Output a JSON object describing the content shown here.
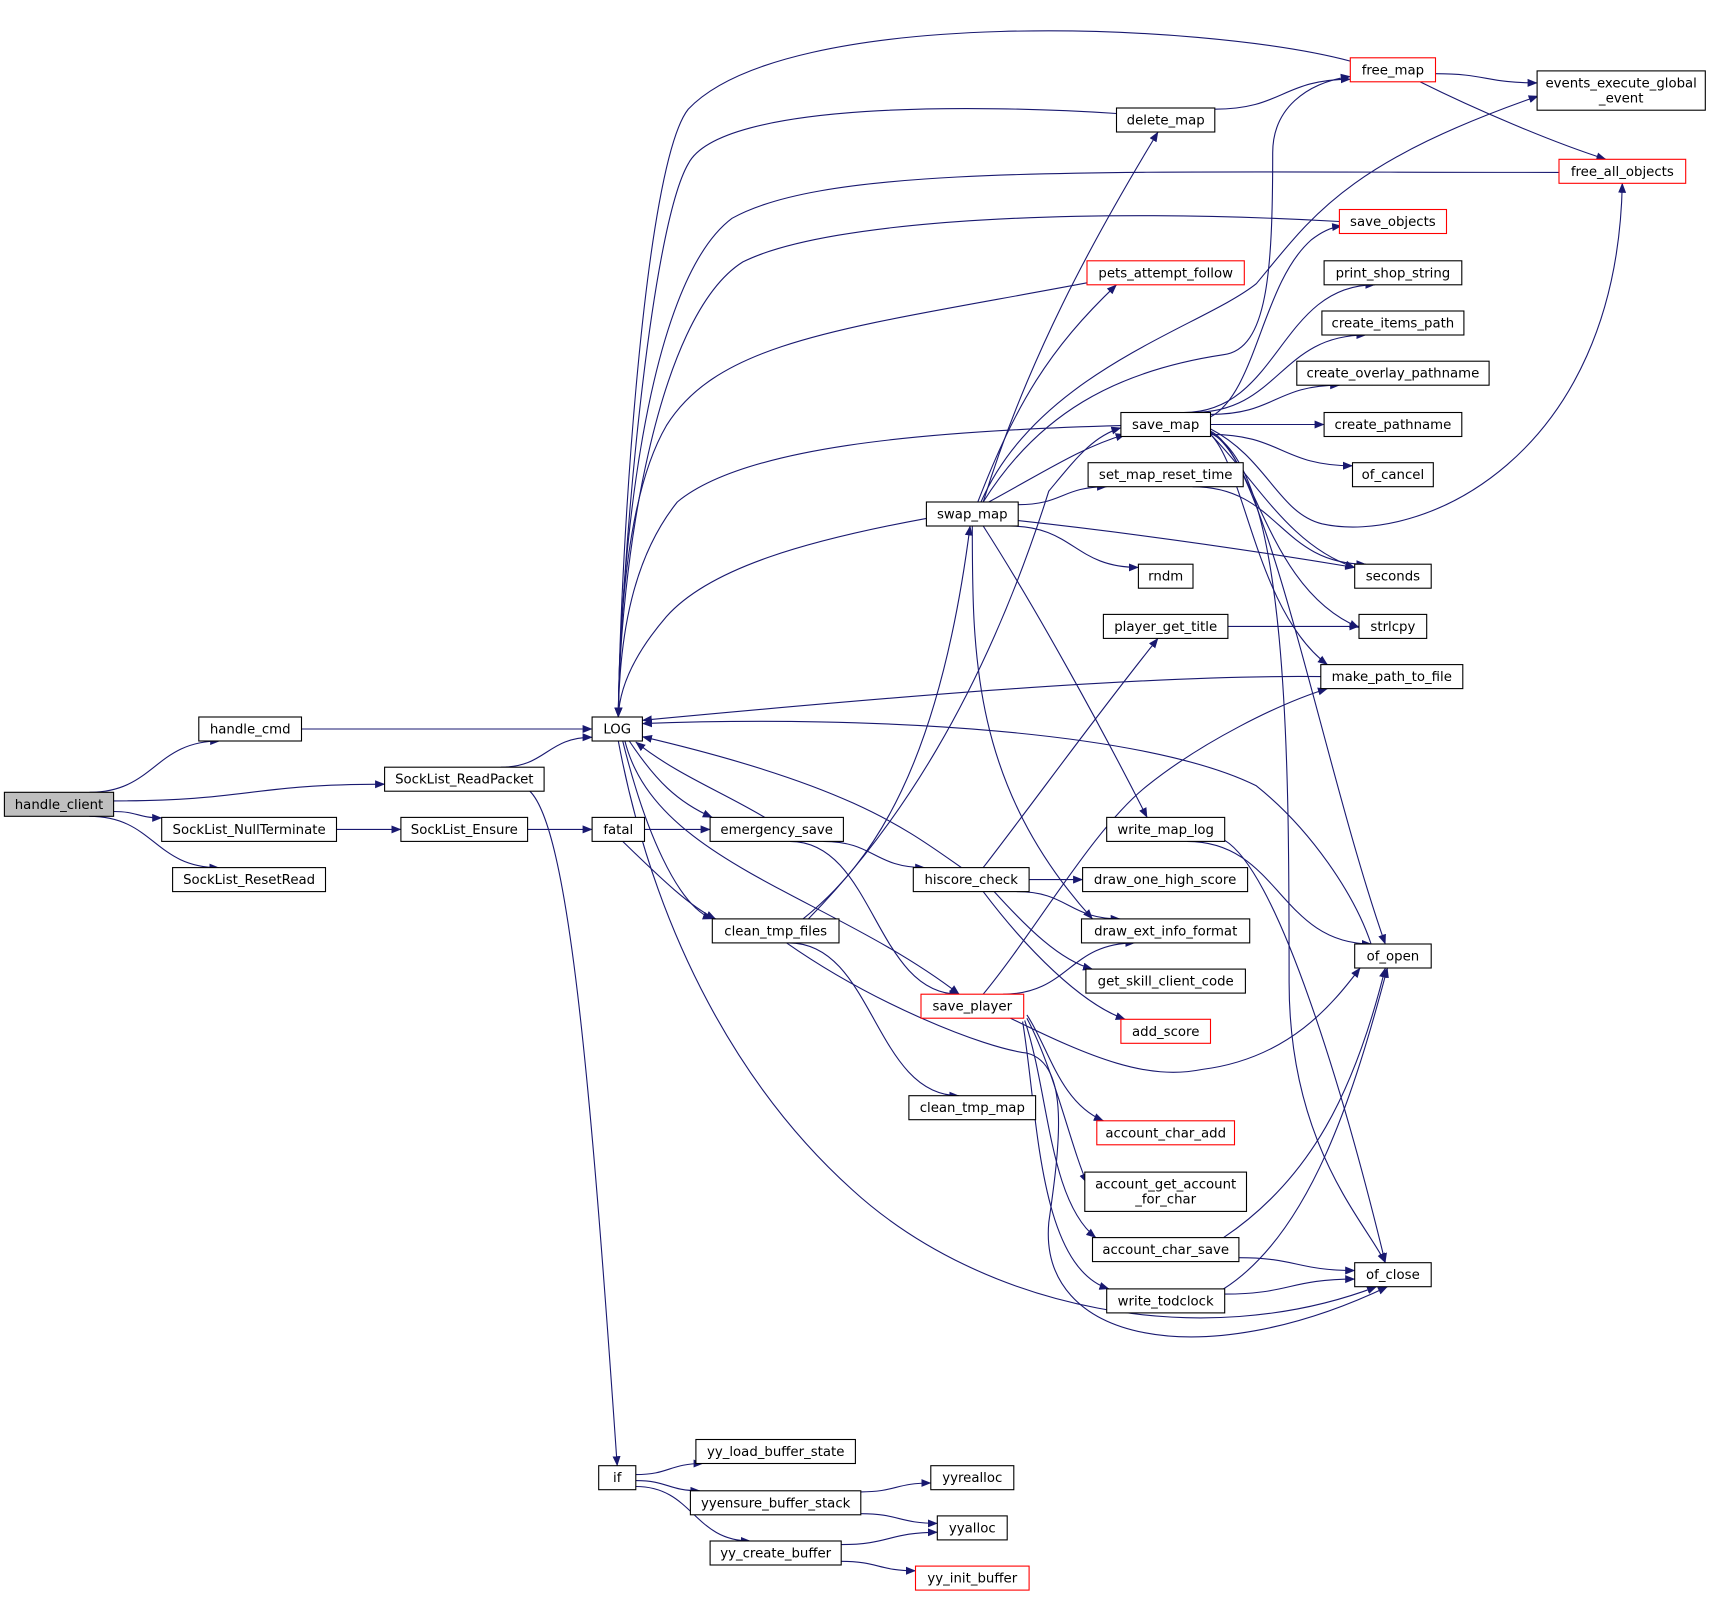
{
  "nodes": {
    "handle_client": {
      "label": "handle_client",
      "style": "root"
    },
    "handle_cmd": {
      "label": "handle_cmd",
      "style": "normal"
    },
    "readpacket": {
      "label": "SockList_ReadPacket",
      "style": "normal"
    },
    "nullterm": {
      "label": "SockList_NullTerminate",
      "style": "normal"
    },
    "resetread": {
      "label": "SockList_ResetRead",
      "style": "normal"
    },
    "ensure": {
      "label": "SockList_Ensure",
      "style": "normal"
    },
    "log": {
      "label": "LOG",
      "style": "normal"
    },
    "fatal": {
      "label": "fatal",
      "style": "normal"
    },
    "if": {
      "label": "if",
      "style": "normal"
    },
    "emergency_save": {
      "label": "emergency_save",
      "style": "normal"
    },
    "clean_tmp_files": {
      "label": "clean_tmp_files",
      "style": "normal"
    },
    "swap_map": {
      "label": "swap_map",
      "style": "normal"
    },
    "save_player": {
      "label": "save_player",
      "style": "truncated"
    },
    "clean_tmp_map": {
      "label": "clean_tmp_map",
      "style": "normal"
    },
    "yy_load": {
      "label": "yy_load_buffer_state",
      "style": "normal"
    },
    "yyensure": {
      "label": "yyensure_buffer_stack",
      "style": "normal"
    },
    "yy_create": {
      "label": "yy_create_buffer",
      "style": "normal"
    },
    "hiscore_check": {
      "label": "hiscore_check",
      "style": "normal"
    },
    "yyrealloc": {
      "label": "yyrealloc",
      "style": "normal"
    },
    "yyalloc": {
      "label": "yyalloc",
      "style": "normal"
    },
    "yy_init": {
      "label": "yy_init_buffer",
      "style": "truncated"
    },
    "delete_map": {
      "label": "delete_map",
      "style": "normal"
    },
    "pets": {
      "label": "pets_attempt_follow",
      "style": "truncated"
    },
    "save_map": {
      "label": "save_map",
      "style": "normal"
    },
    "set_map_reset_time": {
      "label": "set_map_reset_time",
      "style": "normal"
    },
    "rndm": {
      "label": "rndm",
      "style": "normal"
    },
    "player_get_title": {
      "label": "player_get_title",
      "style": "normal"
    },
    "write_map_log": {
      "label": "write_map_log",
      "style": "normal"
    },
    "draw_one": {
      "label": "draw_one_high_score",
      "style": "normal"
    },
    "draw_ext": {
      "label": "draw_ext_info_format",
      "style": "normal"
    },
    "get_skill": {
      "label": "get_skill_client_code",
      "style": "normal"
    },
    "add_score": {
      "label": "add_score",
      "style": "truncated"
    },
    "account_char_add": {
      "label": "account_char_add",
      "style": "truncated"
    },
    "account_get": {
      "label": [
        "account_get_account",
        "_for_char"
      ],
      "style": "normal"
    },
    "account_char_save": {
      "label": "account_char_save",
      "style": "normal"
    },
    "write_todclock": {
      "label": "write_todclock",
      "style": "normal"
    },
    "free_map": {
      "label": "free_map",
      "style": "truncated"
    },
    "events": {
      "label": [
        "events_execute_global",
        "_event"
      ],
      "style": "normal"
    },
    "free_all_objects": {
      "label": "free_all_objects",
      "style": "truncated"
    },
    "save_objects": {
      "label": "save_objects",
      "style": "truncated"
    },
    "print_shop": {
      "label": "print_shop_string",
      "style": "normal"
    },
    "create_items": {
      "label": "create_items_path",
      "style": "normal"
    },
    "create_overlay": {
      "label": "create_overlay_pathname",
      "style": "normal"
    },
    "create_pathname": {
      "label": "create_pathname",
      "style": "normal"
    },
    "of_cancel": {
      "label": "of_cancel",
      "style": "normal"
    },
    "seconds": {
      "label": "seconds",
      "style": "normal"
    },
    "strlcpy": {
      "label": "strlcpy",
      "style": "normal"
    },
    "make_path": {
      "label": "make_path_to_file",
      "style": "normal"
    },
    "of_open": {
      "label": "of_open",
      "style": "normal"
    },
    "of_close": {
      "label": "of_close",
      "style": "normal"
    }
  },
  "edges": [
    [
      "handle_client",
      "handle_cmd"
    ],
    [
      "handle_client",
      "readpacket"
    ],
    [
      "handle_client",
      "nullterm"
    ],
    [
      "handle_client",
      "resetread"
    ],
    [
      "handle_cmd",
      "log"
    ],
    [
      "readpacket",
      "log"
    ],
    [
      "readpacket",
      "if"
    ],
    [
      "nullterm",
      "ensure"
    ],
    [
      "ensure",
      "fatal"
    ],
    [
      "fatal",
      "emergency_save"
    ],
    [
      "fatal",
      "clean_tmp_files"
    ],
    [
      "if",
      "yy_load"
    ],
    [
      "if",
      "yyensure"
    ],
    [
      "if",
      "yy_create"
    ],
    [
      "yyensure",
      "yyrealloc"
    ],
    [
      "yyensure",
      "yyalloc"
    ],
    [
      "yy_create",
      "yyalloc"
    ],
    [
      "yy_create",
      "yy_init"
    ],
    [
      "emergency_save",
      "log"
    ],
    [
      "emergency_save",
      "hiscore_check"
    ],
    [
      "emergency_save",
      "save_player"
    ],
    [
      "log",
      "emergency_save"
    ],
    [
      "log",
      "clean_tmp_files"
    ],
    [
      "log",
      "save_player"
    ],
    [
      "log",
      "of_close"
    ],
    [
      "clean_tmp_files",
      "swap_map"
    ],
    [
      "clean_tmp_files",
      "save_map"
    ],
    [
      "clean_tmp_files",
      "clean_tmp_map"
    ],
    [
      "clean_tmp_files",
      "of_close"
    ],
    [
      "swap_map",
      "log"
    ],
    [
      "swap_map",
      "delete_map"
    ],
    [
      "swap_map",
      "pets"
    ],
    [
      "swap_map",
      "save_map"
    ],
    [
      "swap_map",
      "set_map_reset_time"
    ],
    [
      "swap_map",
      "rndm"
    ],
    [
      "swap_map",
      "seconds"
    ],
    [
      "swap_map",
      "write_map_log"
    ],
    [
      "swap_map",
      "draw_ext"
    ],
    [
      "swap_map",
      "free_map"
    ],
    [
      "swap_map",
      "events"
    ],
    [
      "hiscore_check",
      "log"
    ],
    [
      "hiscore_check",
      "player_get_title"
    ],
    [
      "hiscore_check",
      "draw_one"
    ],
    [
      "hiscore_check",
      "draw_ext"
    ],
    [
      "hiscore_check",
      "get_skill"
    ],
    [
      "hiscore_check",
      "add_score"
    ],
    [
      "save_player",
      "draw_ext"
    ],
    [
      "save_player",
      "make_path"
    ],
    [
      "save_player",
      "of_open"
    ],
    [
      "save_player",
      "account_char_add"
    ],
    [
      "save_player",
      "account_get"
    ],
    [
      "save_player",
      "account_char_save"
    ],
    [
      "save_player",
      "write_todclock"
    ],
    [
      "delete_map",
      "log"
    ],
    [
      "delete_map",
      "free_map"
    ],
    [
      "free_map",
      "log"
    ],
    [
      "free_map",
      "events"
    ],
    [
      "free_map",
      "free_all_objects"
    ],
    [
      "free_all_objects",
      "log"
    ],
    [
      "save_objects",
      "log"
    ],
    [
      "pets",
      "log"
    ],
    [
      "save_map",
      "log"
    ],
    [
      "save_map",
      "save_objects"
    ],
    [
      "save_map",
      "print_shop"
    ],
    [
      "save_map",
      "create_items"
    ],
    [
      "save_map",
      "create_overlay"
    ],
    [
      "save_map",
      "create_pathname"
    ],
    [
      "save_map",
      "of_cancel"
    ],
    [
      "save_map",
      "seconds"
    ],
    [
      "save_map",
      "strlcpy"
    ],
    [
      "save_map",
      "make_path"
    ],
    [
      "save_map",
      "of_open"
    ],
    [
      "save_map",
      "of_close"
    ],
    [
      "save_map",
      "free_all_objects"
    ],
    [
      "set_map_reset_time",
      "seconds"
    ],
    [
      "player_get_title",
      "strlcpy"
    ],
    [
      "make_path",
      "log"
    ],
    [
      "write_map_log",
      "of_open"
    ],
    [
      "write_map_log",
      "of_close"
    ],
    [
      "account_char_save",
      "of_open"
    ],
    [
      "account_char_save",
      "of_close"
    ],
    [
      "write_todclock",
      "of_open"
    ],
    [
      "write_todclock",
      "of_close"
    ],
    [
      "of_open",
      "log"
    ]
  ],
  "colors": {
    "edge": "#191970",
    "root_fill": "#bfbfbf",
    "node_border": "#000000",
    "truncated_border": "#ff0000",
    "node_fill": "#ffffff"
  }
}
